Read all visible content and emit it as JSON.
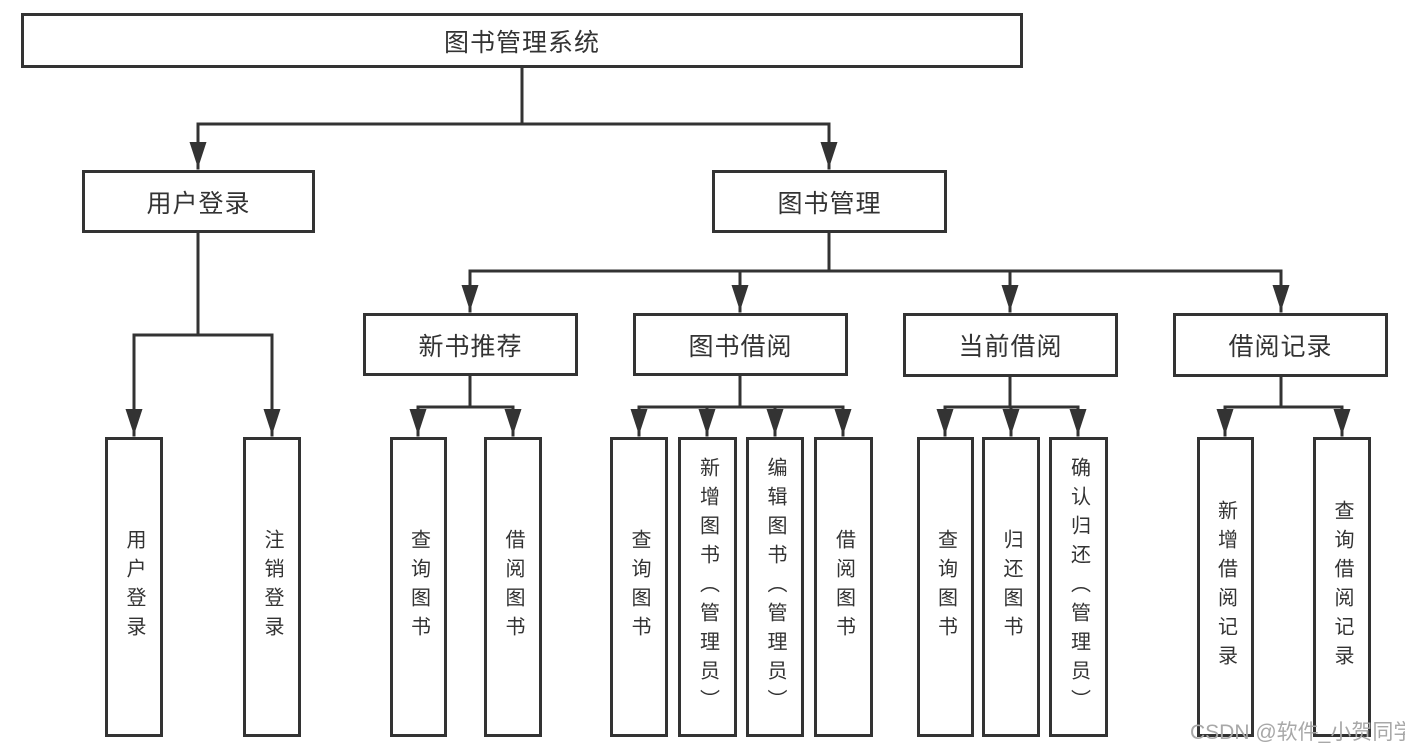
{
  "diagram": {
    "root": {
      "label": "图书管理系统"
    },
    "branches": [
      {
        "label": "用户登录",
        "children": [
          {
            "label": "用户登录"
          },
          {
            "label": "注销登录"
          }
        ]
      },
      {
        "label": "图书管理",
        "sections": [
          {
            "label": "新书推荐",
            "children": [
              {
                "label": "查询图书"
              },
              {
                "label": "借阅图书"
              }
            ]
          },
          {
            "label": "图书借阅",
            "children": [
              {
                "label": "查询图书"
              },
              {
                "label": "新增图书（管理员）"
              },
              {
                "label": "编辑图书（管理员）"
              },
              {
                "label": "借阅图书"
              }
            ]
          },
          {
            "label": "当前借阅",
            "children": [
              {
                "label": "查询图书"
              },
              {
                "label": "归还图书"
              },
              {
                "label": "确认归还（管理员）"
              }
            ]
          },
          {
            "label": "借阅记录",
            "children": [
              {
                "label": "新增借阅记录"
              },
              {
                "label": "查询借阅记录"
              }
            ]
          }
        ]
      }
    ]
  },
  "watermark": {
    "text": "CSDN @软件_小贺同学"
  },
  "colors": {
    "line": "#333333",
    "box_border": "#333333",
    "text": "#333333",
    "watermark": "#a8a8a8",
    "background": "#ffffff"
  }
}
